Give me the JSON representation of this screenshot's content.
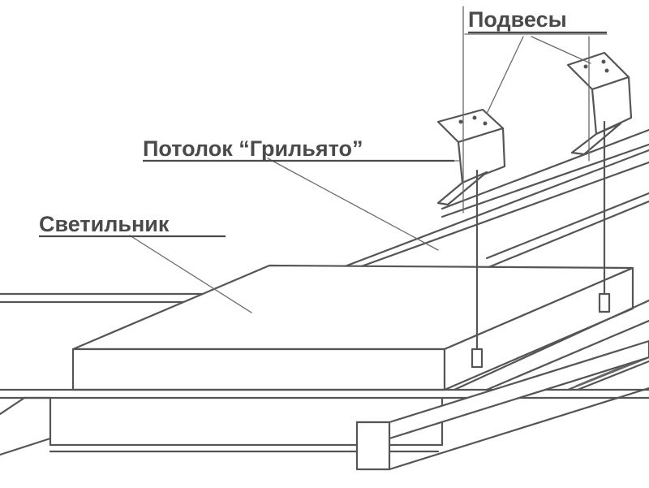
{
  "labels": {
    "hangers": "Подвесы",
    "ceiling": "Потолок “Грильято”",
    "luminaire": "Светильник"
  },
  "colors": {
    "line": "#555555",
    "text": "#4a4a4a",
    "background": "#ffffff"
  }
}
